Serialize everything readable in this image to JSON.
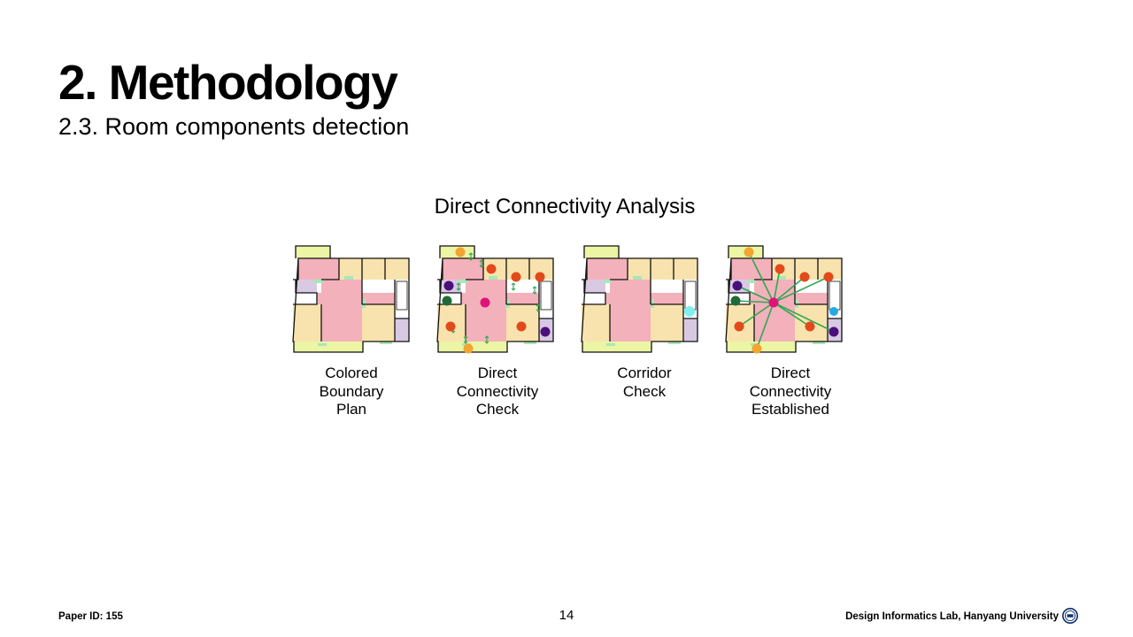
{
  "slide": {
    "title": "2. Methodology",
    "subtitle": "2.3. Room components detection",
    "page_number": "14"
  },
  "diagram": {
    "title": "Direct Connectivity Analysis",
    "panels": [
      {
        "caption": "Colored\nBoundary\nPlan"
      },
      {
        "caption": "Direct\nConnectivity\nCheck"
      },
      {
        "caption": "Corridor\nCheck"
      },
      {
        "caption": "Direct\nConnectivity\nEstablished"
      }
    ]
  },
  "footer": {
    "paper_id": "Paper ID: 155",
    "lab": "Design Informatics Lab, Hanyang University"
  },
  "colors": {
    "room_beige": "#f8e3ae",
    "room_pink": "#f3b1bc",
    "room_yellow": "#ecf5a4",
    "room_lavender": "#d8c9e3",
    "door_green": "#a6e8b8",
    "connector_green": "#2fa84f",
    "node_pink": "#e0127a",
    "node_orange": "#e2491b",
    "node_yellow": "#f2a531",
    "node_purple": "#4b0f7a",
    "node_darkgreen": "#1f6b37",
    "node_cyan": "#27a9e1",
    "corridor_cyan": "#7ff0f0"
  },
  "icons": [
    "hanyang-university-logo-icon"
  ]
}
